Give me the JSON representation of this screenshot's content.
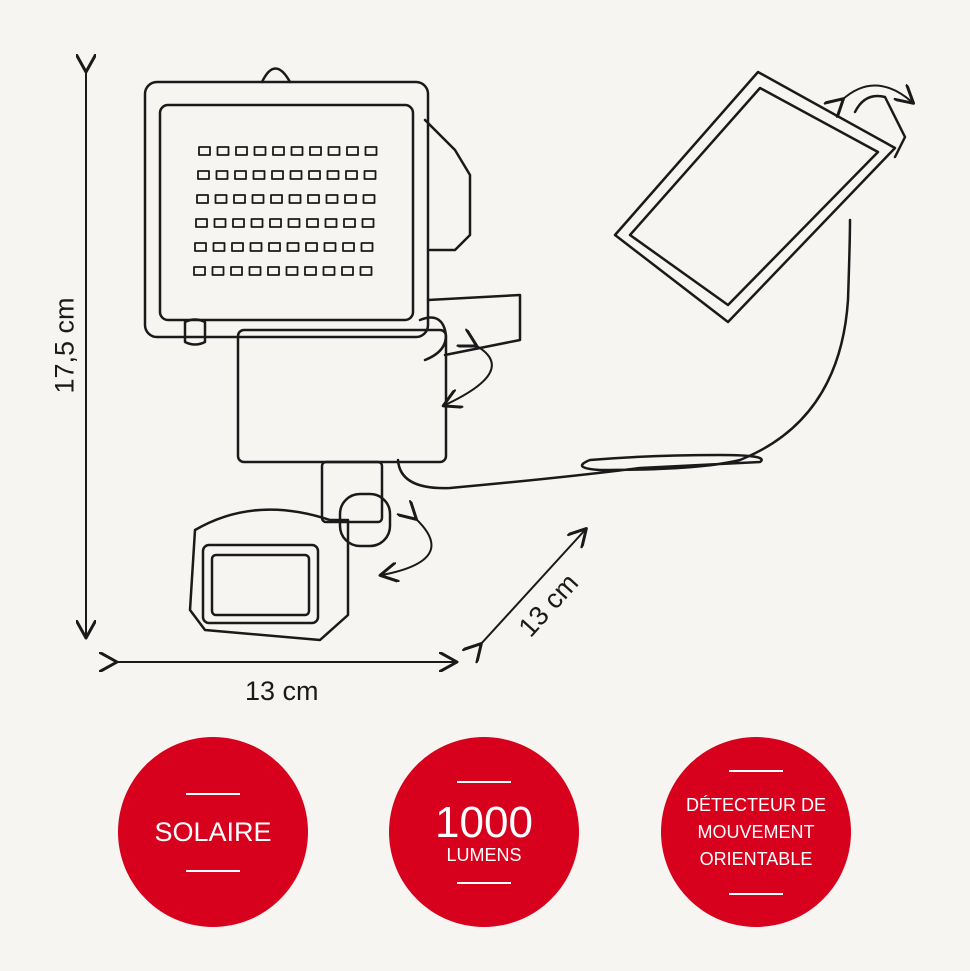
{
  "dimensions": {
    "height": "17,5 cm",
    "width": "13 cm",
    "depth": "13 cm"
  },
  "features": [
    {
      "label": "SOLAIRE"
    },
    {
      "value": "1000",
      "unit": "LUMENS"
    },
    {
      "lines": [
        "DÉTECTEUR DE",
        "MOUVEMENT",
        "ORIENTABLE"
      ]
    }
  ],
  "colors": {
    "accent": "#d7001d",
    "background": "#f6f5f2",
    "line": "#1a1a1a"
  }
}
